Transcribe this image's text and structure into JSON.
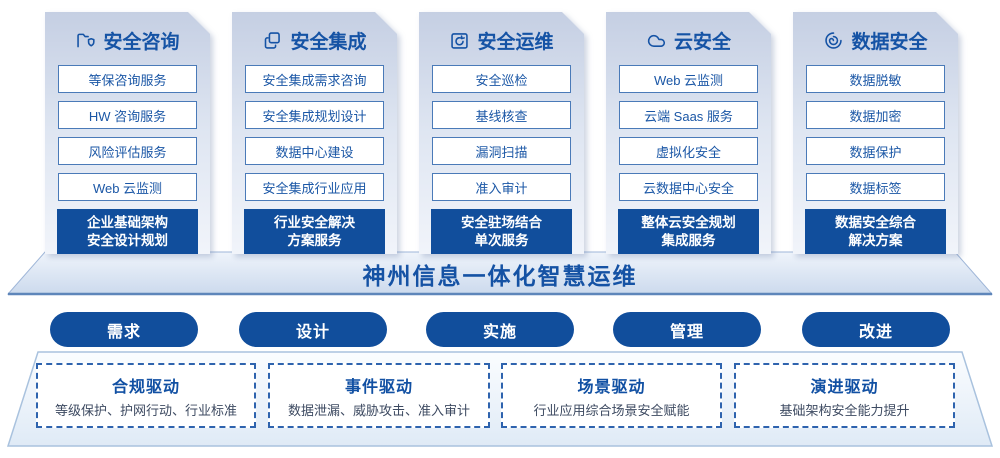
{
  "banner": {
    "title": "神州信息一体化智慧运维"
  },
  "columns": [
    {
      "title": "安全咨询",
      "icon": "folder-shield-icon",
      "items": [
        "等保咨询服务",
        "HW 咨询服务",
        "风险评估服务",
        "Web 云监测"
      ],
      "highlight_line1": "企业基础架构",
      "highlight_line2": "安全设计规划"
    },
    {
      "title": "安全集成",
      "icon": "copy-documents-icon",
      "items": [
        "安全集成需求咨询",
        "安全集成规划设计",
        "数据中心建设",
        "安全集成行业应用"
      ],
      "highlight_line1": "行业安全解决",
      "highlight_line2": "方案服务"
    },
    {
      "title": "安全运维",
      "icon": "box-sync-icon",
      "items": [
        "安全巡检",
        "基线核查",
        "漏洞扫描",
        "准入审计"
      ],
      "highlight_line1": "安全驻场结合",
      "highlight_line2": "单次服务"
    },
    {
      "title": "云安全",
      "icon": "cloud-icon",
      "items": [
        "Web 云监测",
        "云端 Saas 服务",
        "虚拟化安全",
        "云数据中心安全"
      ],
      "highlight_line1": "整体云安全规划",
      "highlight_line2": "集成服务"
    },
    {
      "title": "数据安全",
      "icon": "fingerprint-icon",
      "items": [
        "数据脱敏",
        "数据加密",
        "数据保护",
        "数据标签"
      ],
      "highlight_line1": "数据安全综合",
      "highlight_line2": "解决方案"
    }
  ],
  "process_pills": [
    "需求",
    "设计",
    "实施",
    "管理",
    "改进"
  ],
  "drivers": [
    {
      "title": "合规驱动",
      "desc": "等级保护、护网行动、行业标准"
    },
    {
      "title": "事件驱动",
      "desc": "数据泄漏、威胁攻击、准入审计"
    },
    {
      "title": "场景驱动",
      "desc": "行业应用综合场景安全赋能"
    },
    {
      "title": "演进驱动",
      "desc": "基础架构安全能力提升"
    }
  ],
  "colors": {
    "primary_blue": "#114e9c",
    "title_blue": "#1553a5",
    "item_border_blue": "#4a7ab8",
    "panel_gradient_top": "#c5cfe3",
    "panel_gradient_bottom": "#f1f4fa",
    "band_bottom_line": "#5e86ba",
    "driver_desc_text": "#3d4a61",
    "dashed_border": "#2e63ae"
  }
}
